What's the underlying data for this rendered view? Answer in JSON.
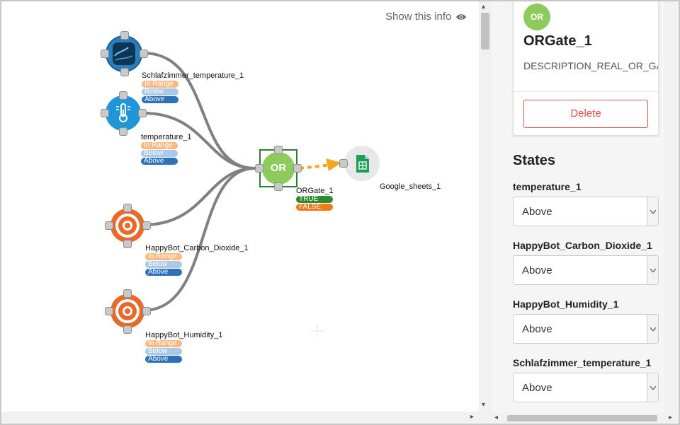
{
  "canvas": {
    "show_info_label": "Show this info",
    "show_info_icon": "eye-icon",
    "nodes": {
      "schlafzimmer": {
        "label": "Schlafzimmer_temperature_1",
        "icon": "thermostat-device-icon",
        "states": [
          "In Range",
          "Below",
          "Above"
        ]
      },
      "temperature": {
        "label": "temperature_1",
        "icon": "thermometer-icon",
        "states": [
          "In Range",
          "Below",
          "Above"
        ]
      },
      "carbon_dioxide": {
        "label": "HappyBot_Carbon_Dioxide_1",
        "icon": "target-icon",
        "states": [
          "In Range",
          "Below",
          "Above"
        ]
      },
      "humidity": {
        "label": "HappyBot_Humidity_1",
        "icon": "target-icon",
        "states": [
          "In Range",
          "Below",
          "Above"
        ]
      },
      "orgate": {
        "label": "ORGate_1",
        "badge": "OR",
        "outputs": [
          "TRUE",
          "FALSE"
        ]
      },
      "sheets": {
        "label": "Google_sheets_1",
        "icon": "google-sheets-icon"
      }
    }
  },
  "panel": {
    "card": {
      "avatar": "OR",
      "title": "ORGate_1",
      "description": "DESCRIPTION_REAL_OR_GATE",
      "delete_label": "Delete"
    },
    "states_title": "States",
    "states": [
      {
        "name": "temperature_1",
        "value": "Above"
      },
      {
        "name": "HappyBot_Carbon_Dioxide_1",
        "value": "Above"
      },
      {
        "name": "HappyBot_Humidity_1",
        "value": "Above"
      },
      {
        "name": "Schlafzimmer_temperature_1",
        "value": "Above"
      }
    ]
  },
  "colors": {
    "wire": "#808080",
    "output_wire": "#f5a623",
    "or_green": "#8dcb5d",
    "sensor_blue": "#1e96d8",
    "target_orange": "#e9692a",
    "selection_green": "#2e7d32",
    "delete_red": "#d9534f"
  }
}
